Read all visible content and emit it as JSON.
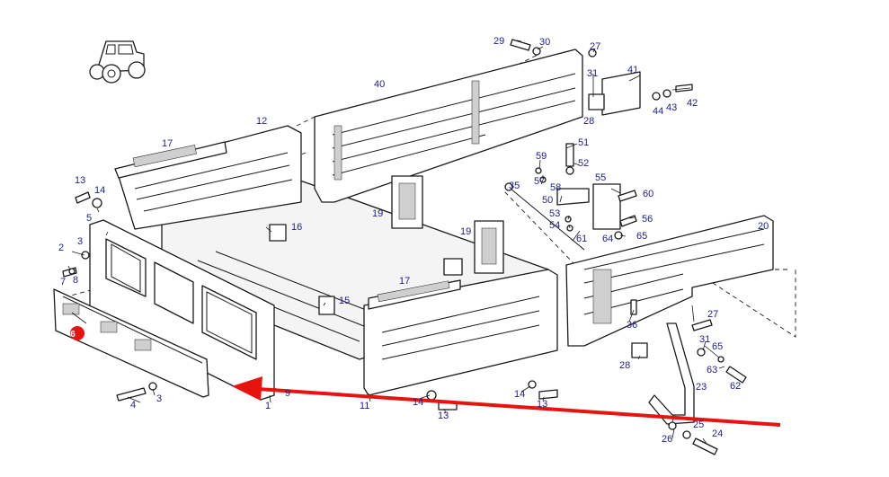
{
  "diagram": {
    "accent_color": "#e8130f",
    "label_color": "#1e1e8c",
    "highlighted_callout": "6",
    "callouts": [
      "29",
      "30",
      "27",
      "40",
      "31",
      "41",
      "43",
      "44",
      "42",
      "28",
      "12",
      "17",
      "59",
      "51",
      "52",
      "57",
      "58",
      "13",
      "14",
      "55",
      "60",
      "50",
      "35",
      "53",
      "54",
      "61",
      "64",
      "56",
      "65",
      "5",
      "16",
      "19",
      "19",
      "20",
      "2",
      "3",
      "7",
      "8",
      "17",
      "15",
      "6",
      "36",
      "27",
      "31",
      "65",
      "28",
      "63",
      "62",
      "23",
      "4",
      "3",
      "1",
      "9",
      "14",
      "13",
      "11",
      "14",
      "13",
      "25",
      "26",
      "24"
    ]
  }
}
